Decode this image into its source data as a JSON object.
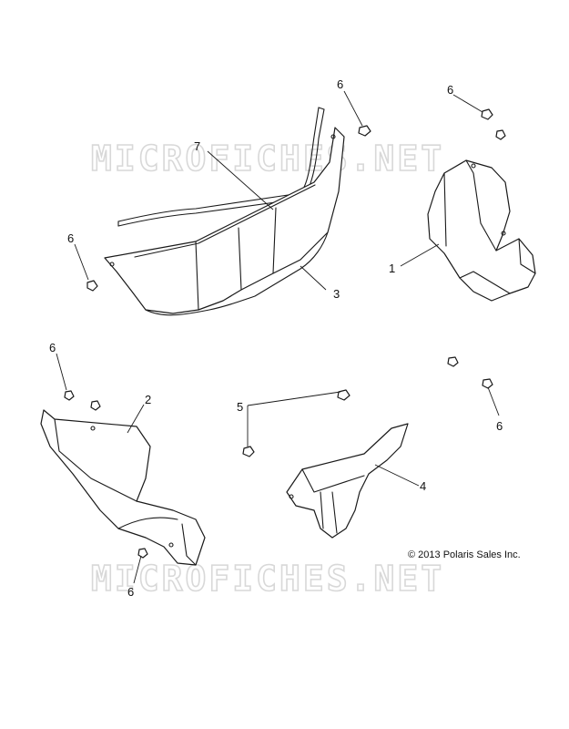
{
  "watermark": {
    "text": "MICROFICHES.NET"
  },
  "copyright": "© 2013 Polaris Sales Inc.",
  "callouts": {
    "c1": "1",
    "c2": "2",
    "c3": "3",
    "c4": "4",
    "c5": "5",
    "c6a": "6",
    "c6b": "6",
    "c6c": "6",
    "c6d": "6",
    "c6e": "6",
    "c6f": "6",
    "c7": "7"
  },
  "colors": {
    "line": "#1a1a1a",
    "watermark": "#d8d8d8",
    "background": "#ffffff"
  }
}
